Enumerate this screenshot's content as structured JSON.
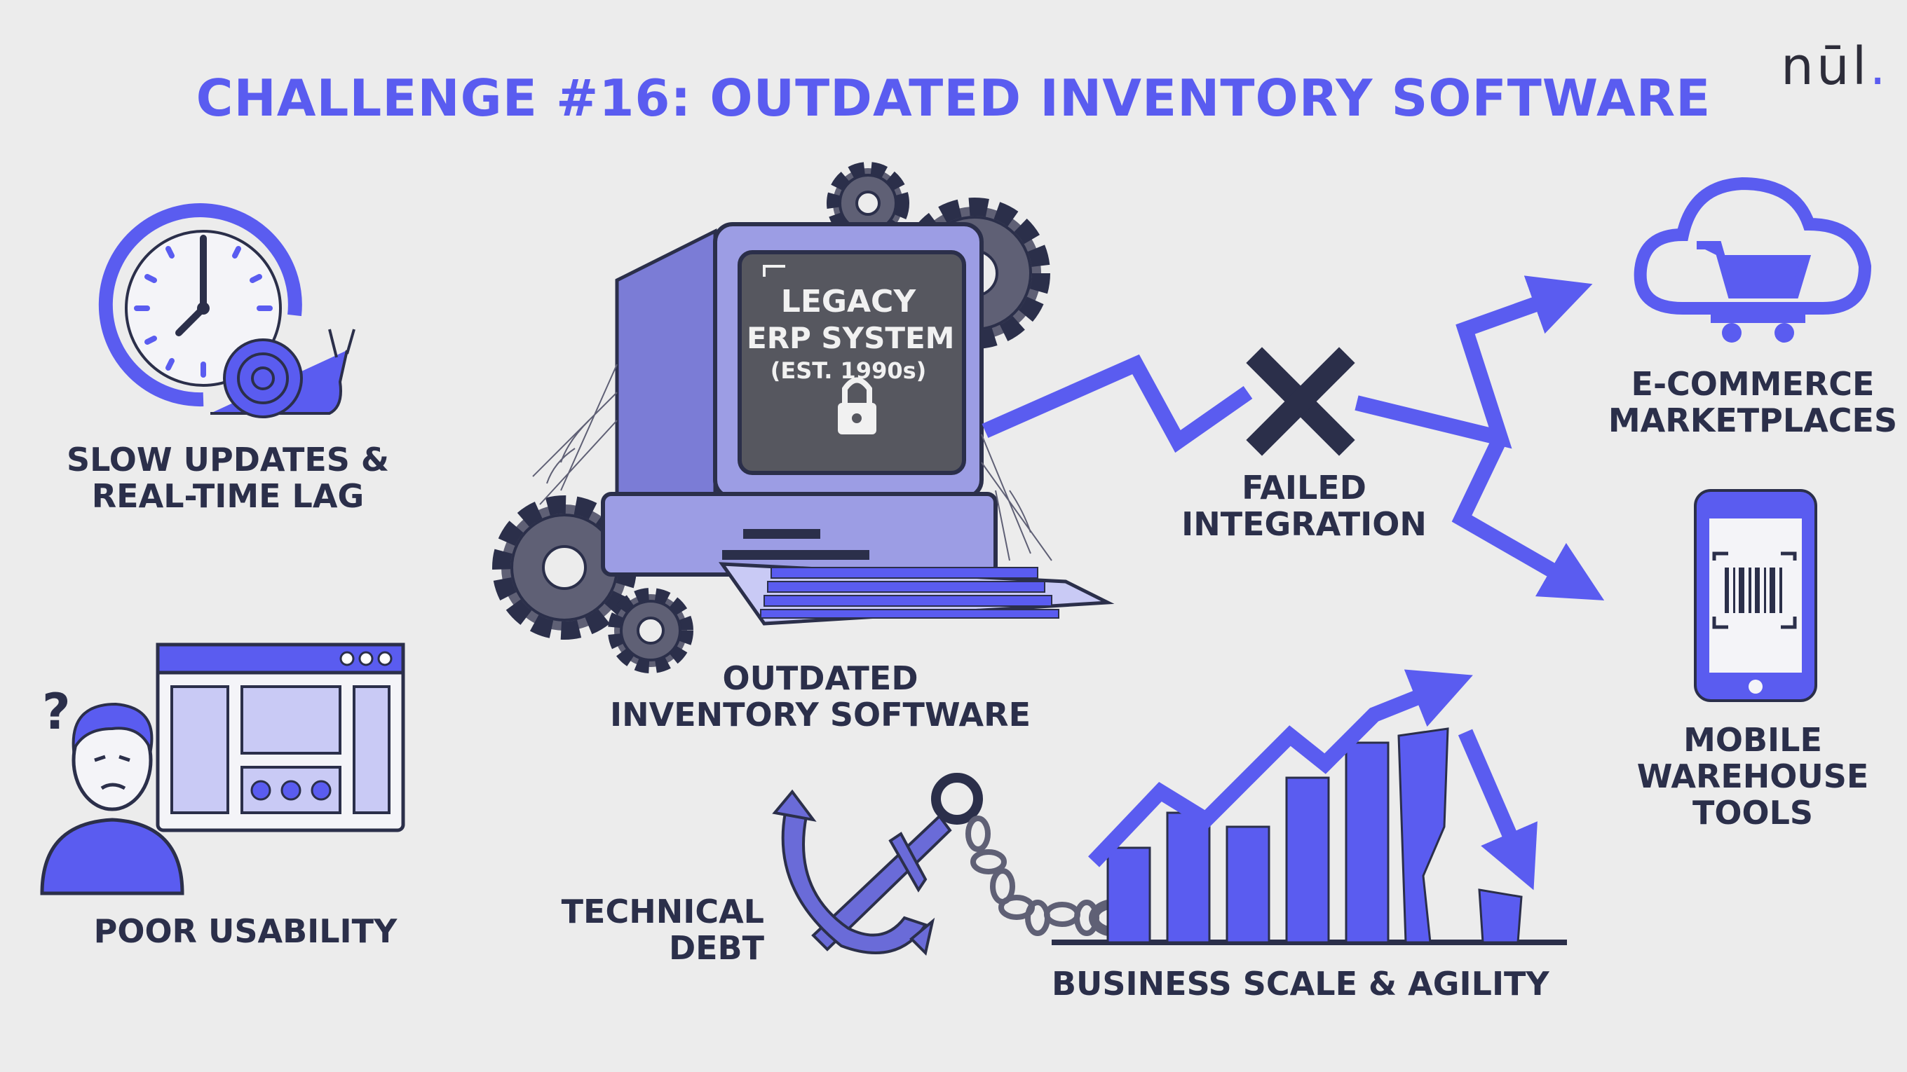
{
  "title": "CHALLENGE #16: OUTDATED INVENTORY SOFTWARE",
  "logo": {
    "text": "nūl",
    "dot": "."
  },
  "colors": {
    "accent": "#5a5cf0",
    "dark": "#2b2f4a",
    "background": "#ececec"
  },
  "center": {
    "screen_line1": "LEGACY",
    "screen_line2": "ERP SYSTEM",
    "screen_line3": "(EST. 1990s)",
    "label_line1": "OUTDATED",
    "label_line2": "INVENTORY SOFTWARE",
    "icon": "legacy-computer-icon"
  },
  "slow_updates": {
    "line1": "SLOW UPDATES &",
    "line2": "REAL-TIME LAG",
    "icon": "clock-snail-icon"
  },
  "poor_usability": {
    "label": "POOR USABILITY",
    "icon": "confused-user-icon"
  },
  "failed_integration": {
    "line1": "FAILED",
    "line2": "INTEGRATION",
    "icon": "x-mark-icon"
  },
  "ecommerce": {
    "line1": "E-COMMERCE",
    "line2": "MARKETPLACES",
    "icon": "cloud-cart-icon"
  },
  "mobile": {
    "line1": "MOBILE",
    "line2": "WAREHOUSE",
    "line3": "TOOLS",
    "icon": "phone-barcode-icon"
  },
  "technical_debt": {
    "line1": "TECHNICAL",
    "line2": "DEBT",
    "icon": "anchor-chain-icon"
  },
  "business": {
    "label": "BUSINESS SCALE & AGILITY",
    "icon": "broken-growth-chart-icon"
  }
}
